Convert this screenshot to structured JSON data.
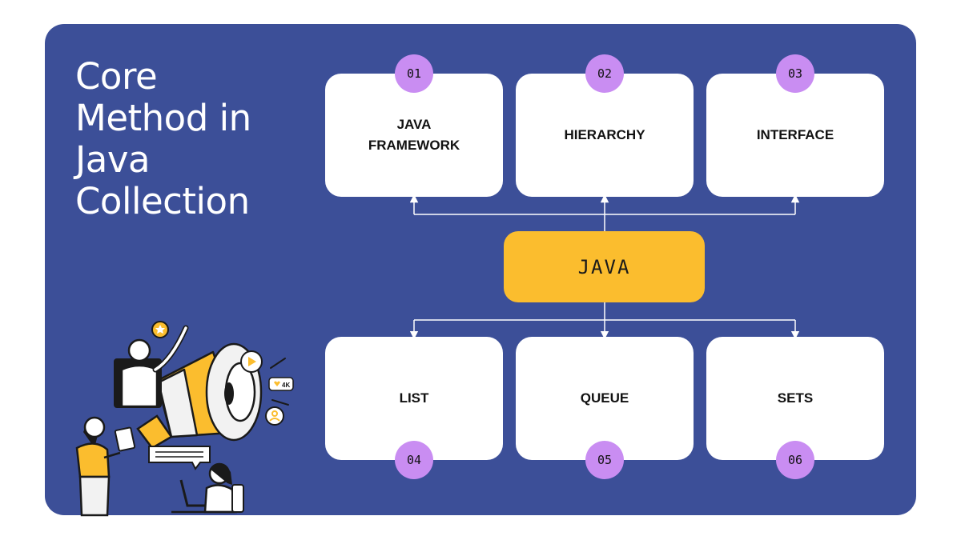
{
  "title": {
    "lines": [
      "Core",
      "Method in",
      "Java",
      "Collection"
    ]
  },
  "center_node": {
    "label": "JAVA"
  },
  "top_nodes": [
    {
      "number": "01",
      "label": "JAVA FRAMEWORK"
    },
    {
      "number": "02",
      "label": "HIERARCHY"
    },
    {
      "number": "03",
      "label": "INTERFACE"
    }
  ],
  "bottom_nodes": [
    {
      "number": "04",
      "label": "LIST"
    },
    {
      "number": "05",
      "label": "QUEUE"
    },
    {
      "number": "06",
      "label": "SETS"
    }
  ],
  "illustration": {
    "badge_text": "4K"
  },
  "colors": {
    "panel": "#3c4f98",
    "card": "#ffffff",
    "badge": "#c98df2",
    "center": "#fbbd2e",
    "connector": "#ffffff"
  }
}
